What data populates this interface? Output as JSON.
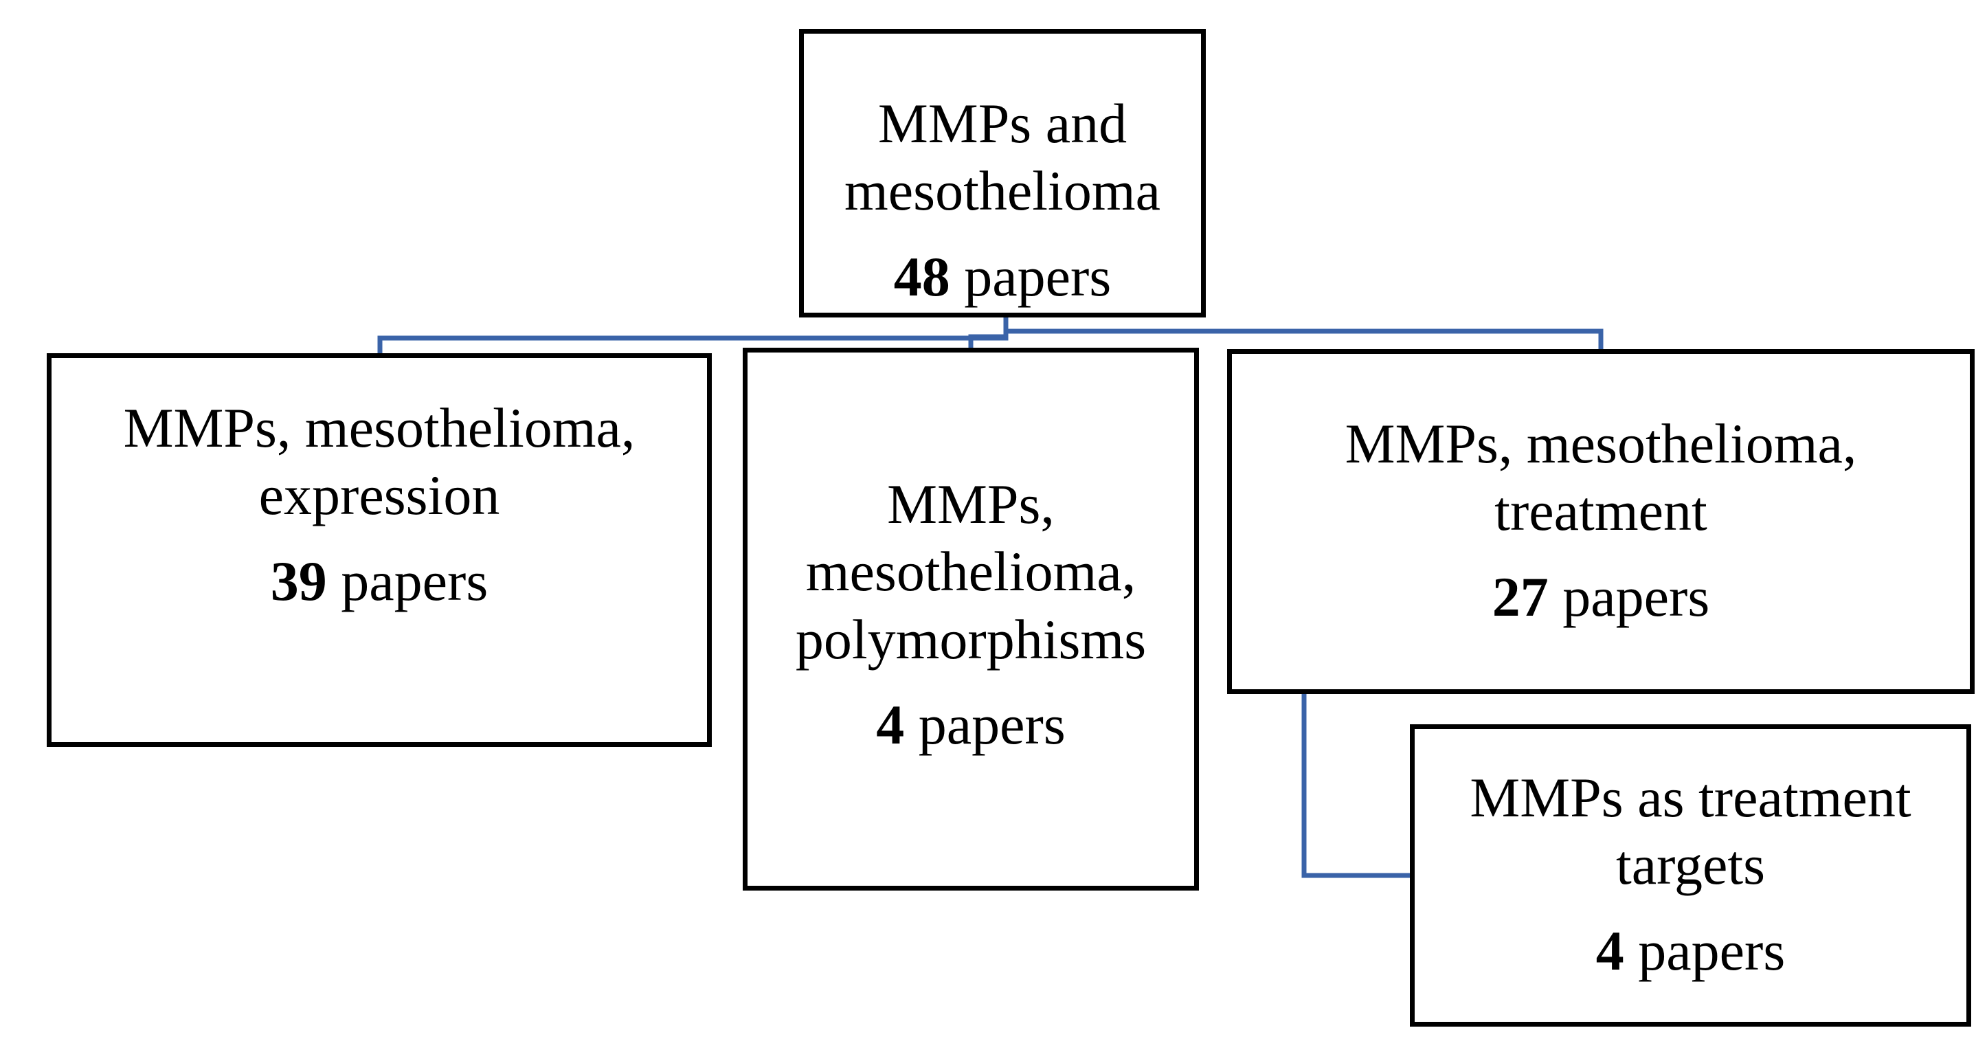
{
  "nodes": {
    "root": {
      "title": "MMPs and\nmesothelioma",
      "count": "48",
      "unit": " papers"
    },
    "expression": {
      "title": "MMPs, mesothelioma,\nexpression",
      "count": "39",
      "unit": " papers"
    },
    "polymorphisms": {
      "title": "MMPs,\nmesothelioma,\npolymorphisms",
      "count": "4",
      "unit": " papers"
    },
    "treatment": {
      "title": "MMPs, mesothelioma,\ntreatment",
      "count": "27",
      "unit": " papers"
    },
    "targets": {
      "title": "MMPs as treatment\ntargets",
      "count": "4",
      "unit": " papers"
    }
  },
  "colors": {
    "connector": "#3a63a8",
    "border": "#000000"
  }
}
